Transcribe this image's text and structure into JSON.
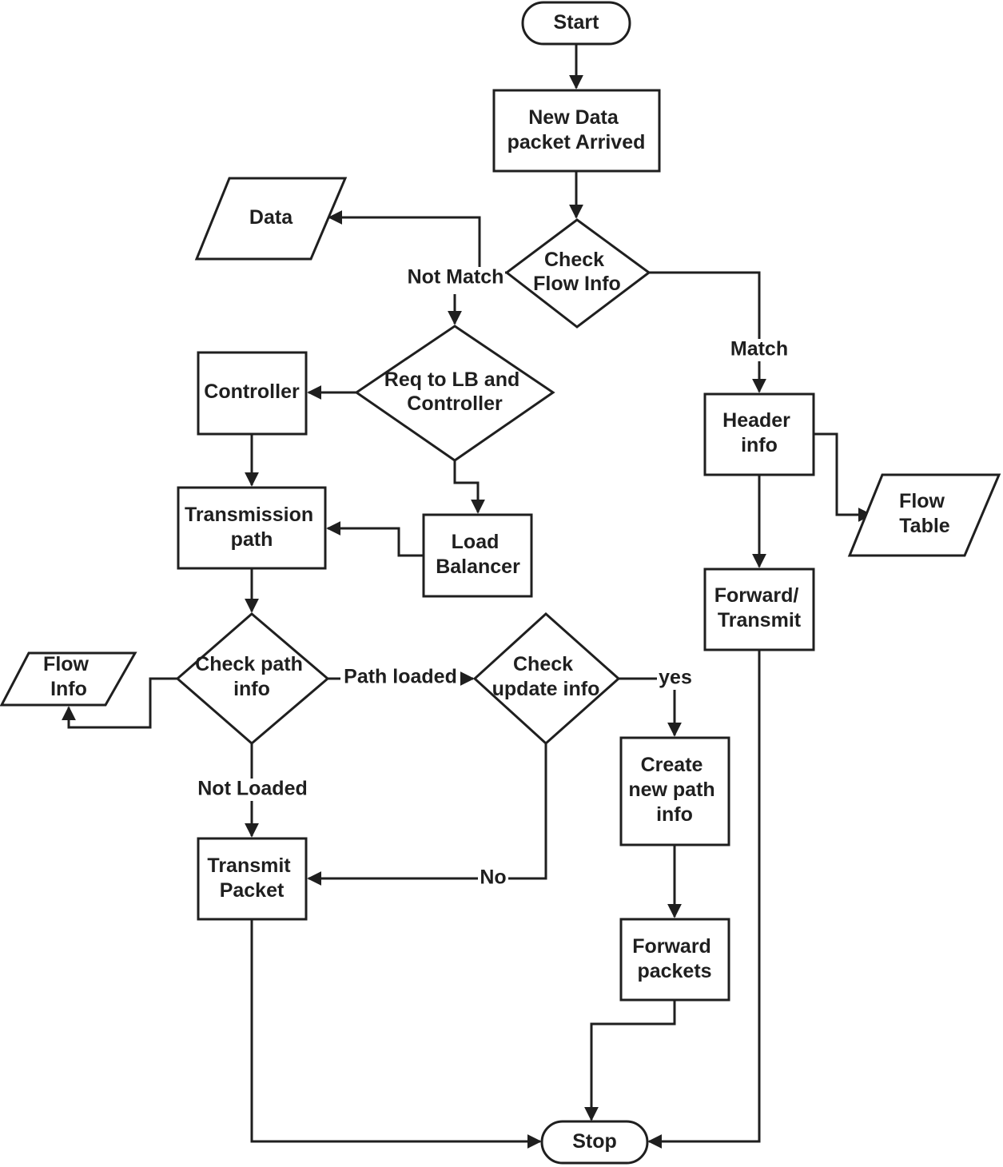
{
  "nodes": {
    "start": {
      "label": [
        "Start"
      ]
    },
    "new_data": {
      "label": [
        "New Data",
        "packet Arrived"
      ]
    },
    "check_flow": {
      "label": [
        "Check",
        "Flow Info"
      ]
    },
    "data": {
      "label": [
        "Data"
      ]
    },
    "req_lb": {
      "label": [
        "Req to LB and",
        "Controller"
      ]
    },
    "controller": {
      "label": [
        "Controller"
      ]
    },
    "transmission_path": {
      "label": [
        "Transmission",
        "path"
      ]
    },
    "load_balancer": {
      "label": [
        "Load",
        "Balancer"
      ]
    },
    "header_info": {
      "label": [
        "Header",
        "info"
      ]
    },
    "flow_table": {
      "label": [
        "Flow",
        "Table"
      ]
    },
    "forward_transmit": {
      "label": [
        "Forward/",
        "Transmit"
      ]
    },
    "check_path": {
      "label": [
        "Check path",
        "info"
      ]
    },
    "flow_info": {
      "label": [
        "Flow",
        "Info"
      ]
    },
    "check_update": {
      "label": [
        "Check",
        "update info"
      ]
    },
    "create_path": {
      "label": [
        "Create",
        "new path",
        "info"
      ]
    },
    "transmit_packet": {
      "label": [
        "Transmit",
        "Packet"
      ]
    },
    "forward_packets": {
      "label": [
        "Forward",
        "packets"
      ]
    },
    "stop": {
      "label": [
        "Stop"
      ]
    }
  },
  "edge_labels": {
    "not_match": "Not Match",
    "match": "Match",
    "path_loaded": "Path loaded",
    "yes": "yes",
    "not_loaded": "Not Loaded",
    "no": "No"
  }
}
